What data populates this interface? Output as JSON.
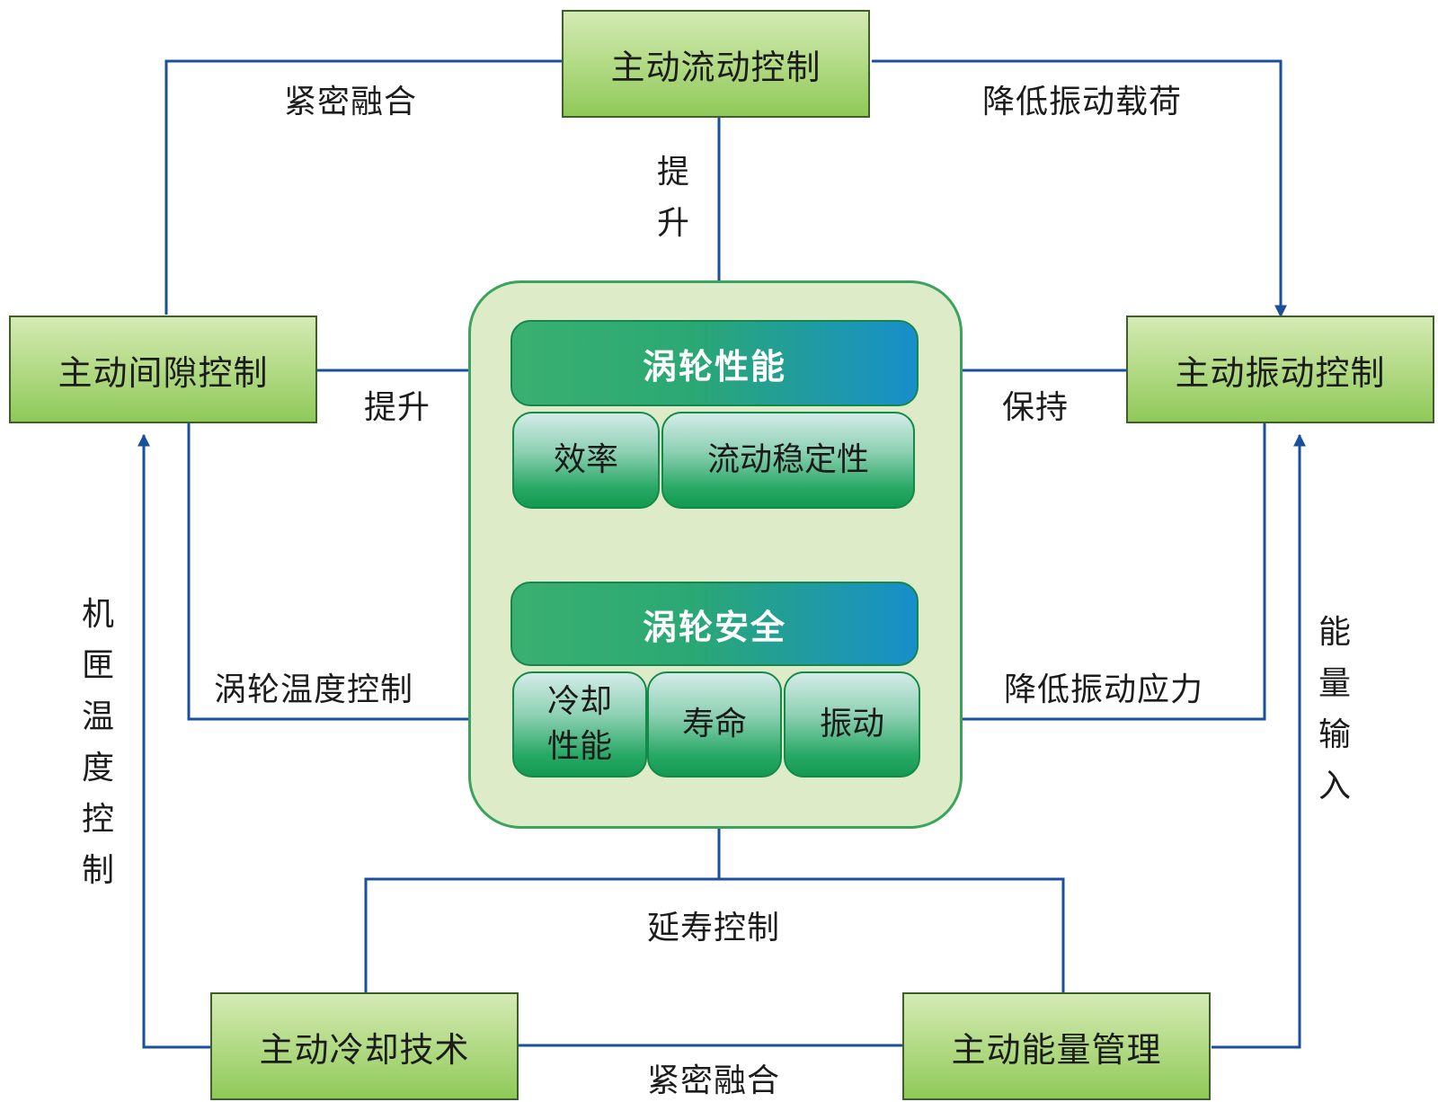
{
  "controls": {
    "flow": "主动流动控制",
    "clearance": "主动间隙控制",
    "vibration": "主动振动控制",
    "cooling": "主动冷却技术",
    "energy": "主动能量管理"
  },
  "center": {
    "performance": {
      "title": "涡轮性能",
      "items": [
        "效率",
        "流动稳定性"
      ]
    },
    "safety": {
      "title": "涡轮安全",
      "items": [
        "冷却\n性能",
        "寿命",
        "振动"
      ]
    }
  },
  "edges": {
    "flow_clearance": "紧密融合",
    "flow_vibration": "降低振动载荷",
    "flow_performance": "提升",
    "clearance_performance": "提升",
    "vibration_performance": "保持",
    "clearance_safety": "涡轮温度控制",
    "vibration_safety": "降低振动应力",
    "cooling_clearance": "机匣温度控制",
    "energy_vibration": "能量输入",
    "life_extension": "延寿控制",
    "cooling_energy": "紧密融合"
  },
  "colors": {
    "arrow": "#1a4f9c",
    "control_fill": "#b6dc8a",
    "center_fill": "#ddebc8",
    "header_start": "#3ab070",
    "header_end": "#178fcb"
  }
}
